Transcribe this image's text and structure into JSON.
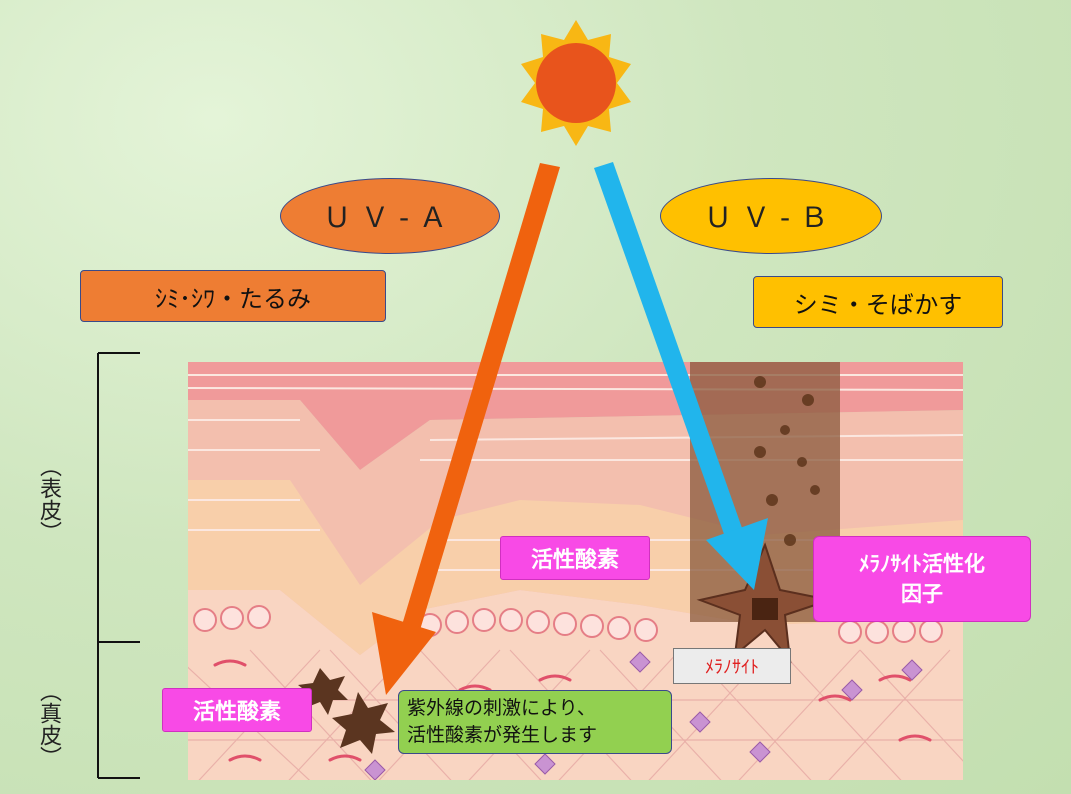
{
  "labels": {
    "uva": "ＵＶ-Ａ",
    "uvb": "ＵＶ-Ｂ",
    "uva_effect": "ｼﾐ･ｼﾜ・たるみ",
    "uvb_effect": "シミ・そばかす",
    "active_oxygen_upper": "活性酸素",
    "active_oxygen_lower": "活性酸素",
    "melanocyte_activation_line1": "ﾒﾗﾉｻｲﾄ活性化",
    "melanocyte_activation_line2": "因子",
    "melanocyte": "ﾒﾗﾉｻｲﾄ",
    "uv_note_line1": "紫外線の刺激により、",
    "uv_note_line2": "活性酸素が発生します",
    "epidermis": "（表皮）",
    "dermis": "（真皮）"
  },
  "colors": {
    "uva": "#ee7d33",
    "uva_arrow": "#f0620e",
    "uvb": "#ffc000",
    "uvb_arrow": "#21b5ec",
    "magenta": "#f84ae6",
    "note_green": "#92d050",
    "sun_core": "#e8541c",
    "sun_rays": "#f8b714"
  }
}
